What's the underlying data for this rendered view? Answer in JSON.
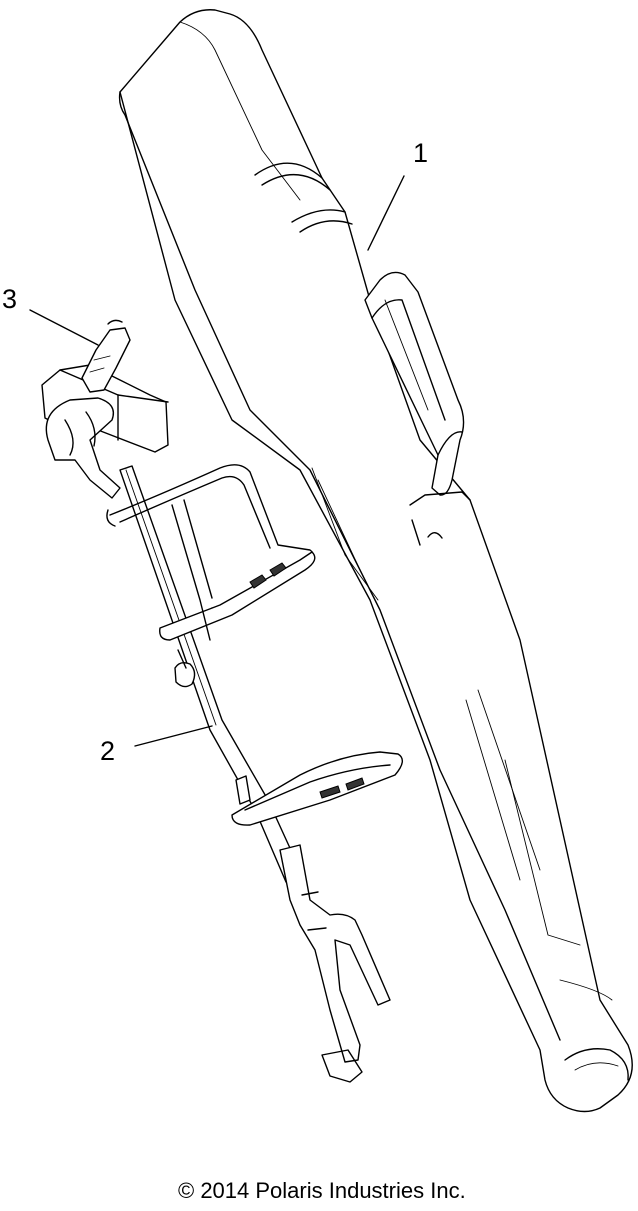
{
  "callouts": {
    "part1": "1",
    "part2": "2",
    "part3": "3"
  },
  "footer": {
    "copyright": "© 2014 Polaris Industries Inc."
  }
}
